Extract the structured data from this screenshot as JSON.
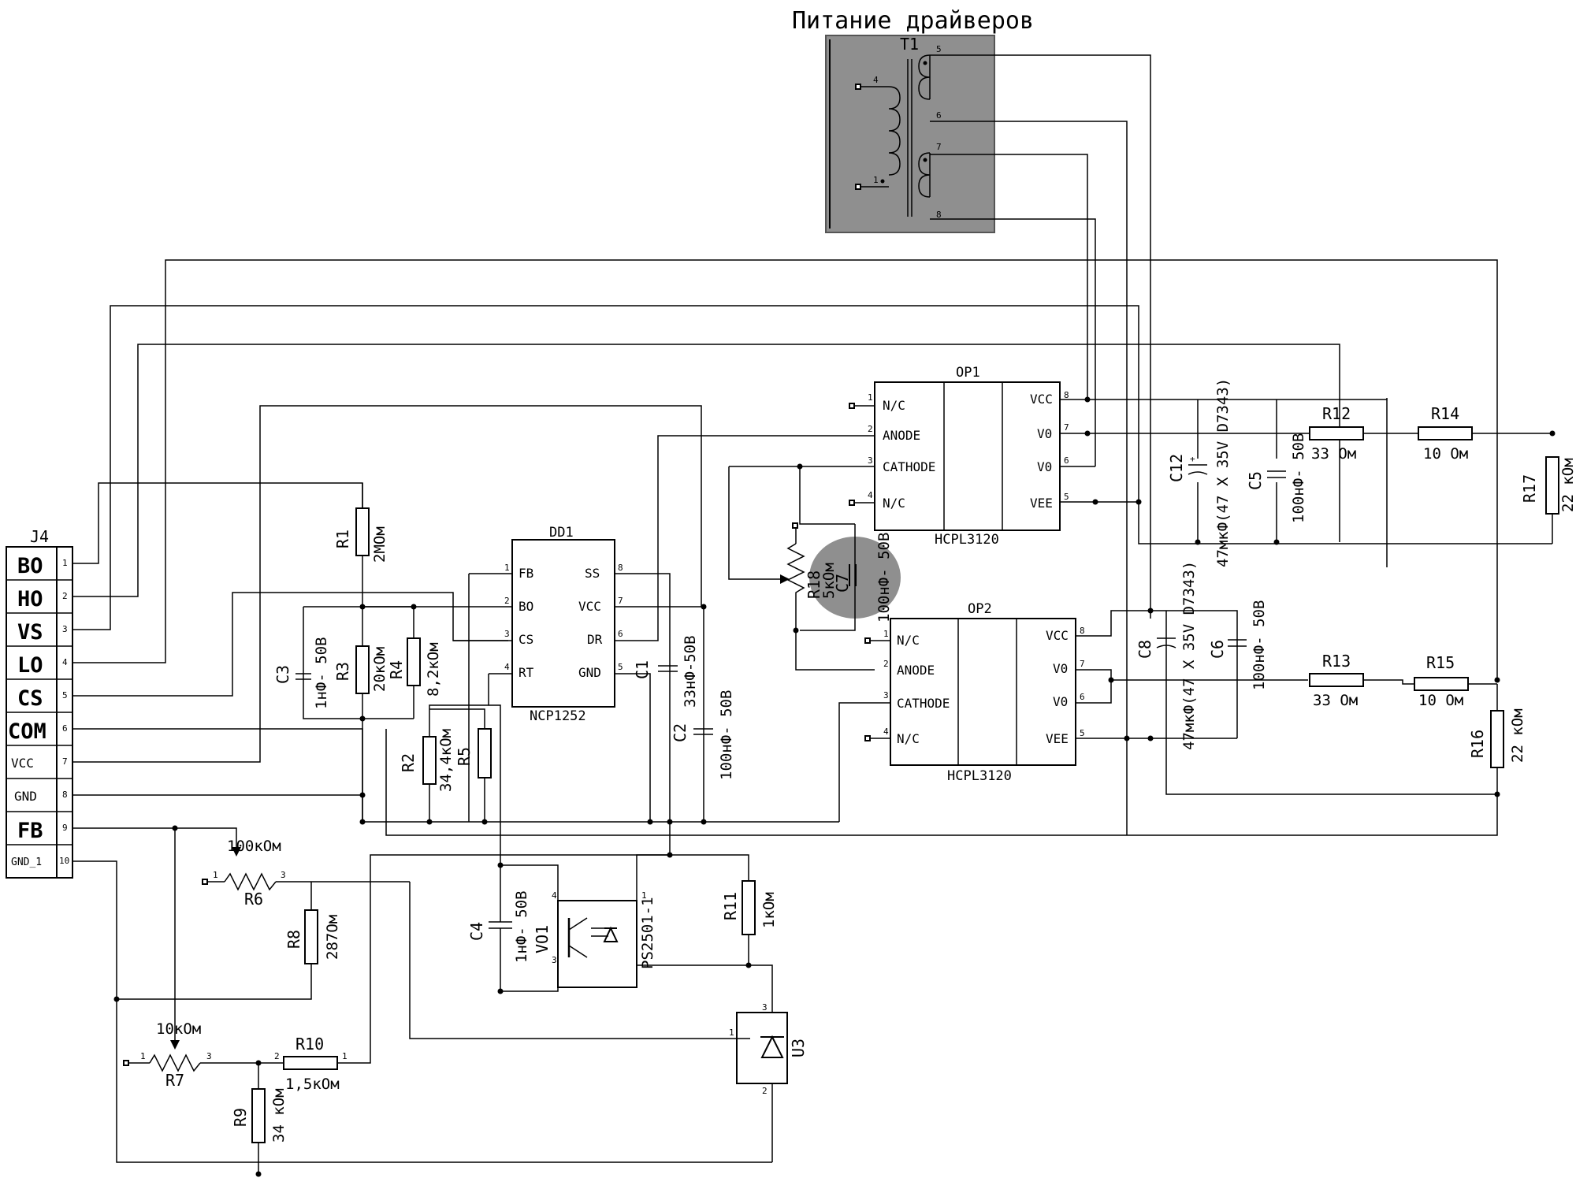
{
  "title": "Питание драйверов",
  "connector": {
    "ref": "J4",
    "pins": [
      {
        "num": "1",
        "label": "BO"
      },
      {
        "num": "2",
        "label": "HO"
      },
      {
        "num": "3",
        "label": "VS"
      },
      {
        "num": "4",
        "label": "LO"
      },
      {
        "num": "5",
        "label": "CS"
      },
      {
        "num": "6",
        "label": "COM"
      },
      {
        "num": "7",
        "label": "VCC"
      },
      {
        "num": "8",
        "label": "GND"
      },
      {
        "num": "9",
        "label": "FB"
      },
      {
        "num": "10",
        "label": "GND_1"
      }
    ]
  },
  "transformer": {
    "ref": "T1",
    "pins": [
      "4",
      "1",
      "5",
      "6",
      "7",
      "8"
    ]
  },
  "dd1": {
    "ref": "DD1",
    "part": "NCP1252",
    "left_pins": [
      {
        "num": "1",
        "name": "FB"
      },
      {
        "num": "2",
        "name": "BO"
      },
      {
        "num": "3",
        "name": "CS"
      },
      {
        "num": "4",
        "name": "RT"
      }
    ],
    "right_pins": [
      {
        "num": "8",
        "name": "SS"
      },
      {
        "num": "7",
        "name": "VCC"
      },
      {
        "num": "6",
        "name": "DR"
      },
      {
        "num": "5",
        "name": "GND"
      }
    ]
  },
  "op1": {
    "ref": "OP1",
    "part": "HCPL3120",
    "left_pins": [
      {
        "num": "1",
        "name": "N/C"
      },
      {
        "num": "2",
        "name": "ANODE"
      },
      {
        "num": "3",
        "name": "CATHODE"
      },
      {
        "num": "4",
        "name": "N/C"
      }
    ],
    "right_pins": [
      {
        "num": "8",
        "name": "VCC"
      },
      {
        "num": "7",
        "name": "V0"
      },
      {
        "num": "6",
        "name": "V0"
      },
      {
        "num": "5",
        "name": "VEE"
      }
    ]
  },
  "op2": {
    "ref": "OP2",
    "part": "HCPL3120",
    "left_pins": [
      {
        "num": "1",
        "name": "N/C"
      },
      {
        "num": "2",
        "name": "ANODE"
      },
      {
        "num": "3",
        "name": "CATHODE"
      },
      {
        "num": "4",
        "name": "N/C"
      }
    ],
    "right_pins": [
      {
        "num": "8",
        "name": "VCC"
      },
      {
        "num": "7",
        "name": "V0"
      },
      {
        "num": "6",
        "name": "V0"
      },
      {
        "num": "5",
        "name": "VEE"
      }
    ]
  },
  "resistors": {
    "R1": {
      "ref": "R1",
      "value": "2МОм"
    },
    "R2": {
      "ref": "R2",
      "value": "34,4кОм"
    },
    "R3": {
      "ref": "R3",
      "value": "20кОм"
    },
    "R4": {
      "ref": "R4",
      "value": "8,2кОм"
    },
    "R5": {
      "ref": "R5",
      "value": ""
    },
    "R8": {
      "ref": "R8",
      "value": "287Ом"
    },
    "R9": {
      "ref": "R9",
      "value": "34 кОм"
    },
    "R10": {
      "ref": "R10",
      "value": "1,5кОм"
    },
    "R11": {
      "ref": "R11",
      "value": "1кОм"
    },
    "R12": {
      "ref": "R12",
      "value": "33 Ом"
    },
    "R13": {
      "ref": "R13",
      "value": "33 Ом"
    },
    "R14": {
      "ref": "R14",
      "value": "10 Ом"
    },
    "R15": {
      "ref": "R15",
      "value": "10 Ом"
    },
    "R16": {
      "ref": "R16",
      "value": "22 кОм"
    },
    "R17": {
      "ref": "R17",
      "value": "22 кОм"
    }
  },
  "pots": {
    "R6": {
      "ref": "R6",
      "value": "100кОм"
    },
    "R7": {
      "ref": "R7",
      "value": "10кОм"
    },
    "R18": {
      "ref": "R18",
      "value": "5кОм"
    }
  },
  "capacitors": {
    "C1": {
      "ref": "C1",
      "value": "33нФ-50В"
    },
    "C2": {
      "ref": "C2",
      "value": "100нФ- 50В"
    },
    "C3": {
      "ref": "C3",
      "value": "1нФ- 50В"
    },
    "C4": {
      "ref": "C4",
      "value": "1нФ- 50В"
    },
    "C5": {
      "ref": "C5",
      "value": "100нФ- 50В"
    },
    "C6": {
      "ref": "C6",
      "value": "100нФ- 50В"
    },
    "C7": {
      "ref": "C7",
      "value": "100нФ- 50В"
    },
    "C8": {
      "ref": "C8",
      "value": "47мкФ(47 X 35V D7343)"
    },
    "C12": {
      "ref": "C12",
      "value": "47мкФ(47 X 35V D7343)"
    }
  },
  "vo1": {
    "ref": "VO1",
    "part": "PS2501-1"
  },
  "u3": {
    "ref": "U3"
  },
  "colors": {
    "highlight": "#8f8f8f",
    "wire": "#000000",
    "background": "#ffffff"
  }
}
